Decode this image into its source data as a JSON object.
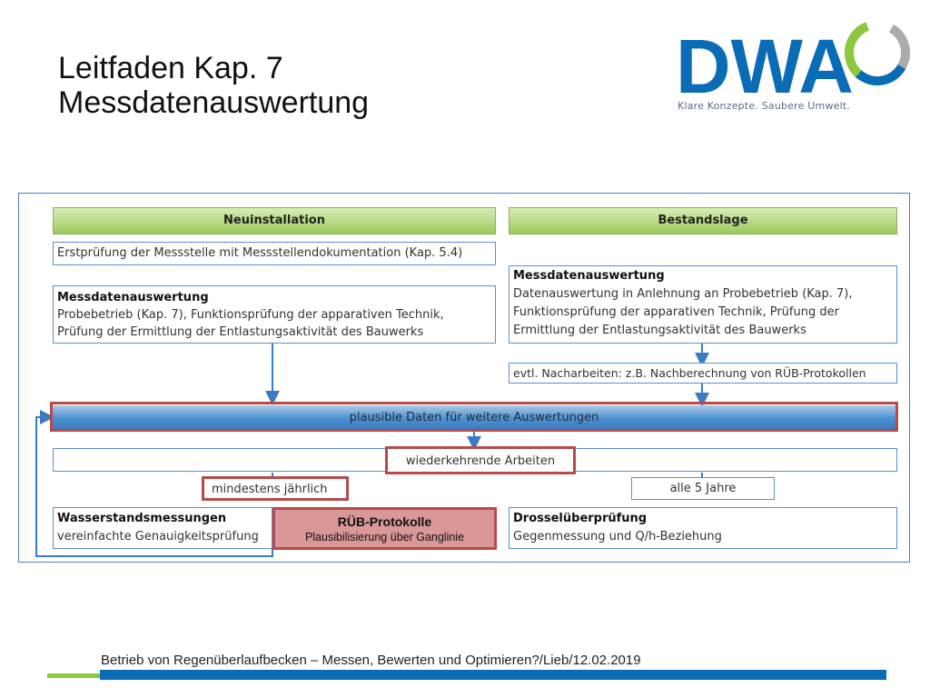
{
  "slide": {
    "title_line1": "Leitfaden Kap. 7",
    "title_line2": "Messdatenauswertung",
    "logo": {
      "wordmark": "DWA",
      "tagline": "Klare Konzepte. Saubere Umwelt.",
      "colors": {
        "blue": "#0a6cb5",
        "green": "#8dc63f",
        "gray": "#a9abae"
      }
    },
    "footer": "Betrieb von Regenüberlaufbecken – Messen, Bewerten und Optimieren?/Lieb/12.02.2019"
  },
  "diagram": {
    "headers": {
      "left": "Neuinstallation",
      "right": "Bestandslage"
    },
    "erstpruefung": "Erstprüfung der Messstelle mit Messstellendokumentation (Kap. 5.4)",
    "left_box": {
      "title": "Messdatenauswertung",
      "line1": "Probebetrieb (Kap. 7), Funktionsprüfung der apparativen Technik,",
      "line2": "Prüfung der Ermittlung der Entlastungsaktivität des Bauwerks"
    },
    "right_box": {
      "title": "Messdatenauswertung",
      "line1": "Datenauswertung in Anlehnung an Probebetrieb (Kap. 7),",
      "line2": "Funktionsprüfung der apparativen Technik, Prüfung der",
      "line3": "Ermittlung der Entlastungsaktivität des Bauwerks"
    },
    "nacharbeiten": "evtl. Nacharbeiten: z.B. Nachberechnung von RÜB-Protokollen",
    "plausible": "plausible Daten für weitere Auswertungen",
    "wiederkehrend": "wiederkehrende Arbeiten",
    "jaehrlich": "mindestens jährlich",
    "fuenf_jahre": "alle 5 Jahre",
    "wasserstand": {
      "title": "Wasserstandsmessungen",
      "sub": "vereinfachte Genauigkeitsprüfung"
    },
    "rueb": {
      "title": "RÜB-Protokolle",
      "sub": "Plausibilisierung über Ganglinie"
    },
    "drossel": {
      "title": "Drosselüberprüfung",
      "sub": "Gegenmessung und Q/h-Beziehung"
    },
    "colors": {
      "arrow": "#3a7cc4",
      "highlight": "#b84a4a",
      "header_green": "#9cc95d",
      "bar_blue": "#4f92d0"
    }
  }
}
